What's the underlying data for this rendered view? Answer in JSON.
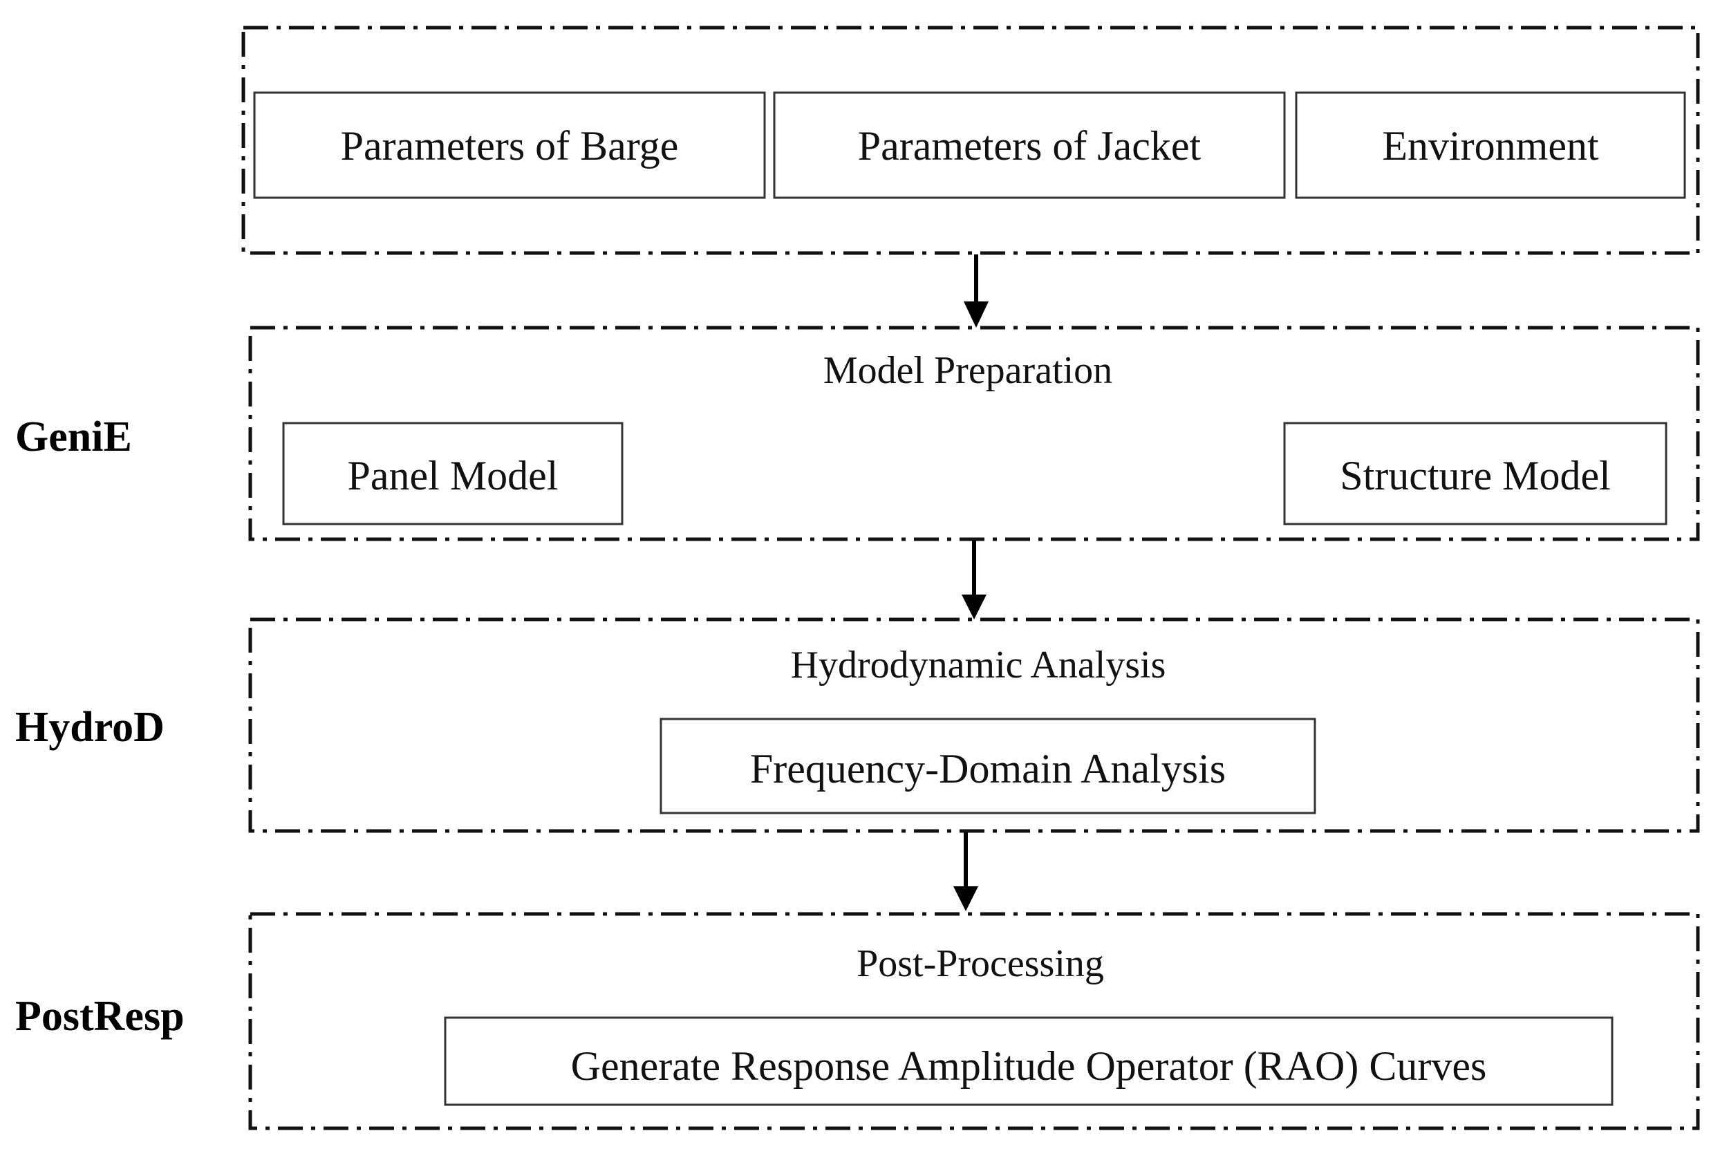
{
  "inputs": {
    "barge": "Parameters of Barge",
    "jacket": "Parameters of Jacket",
    "environment": "Environment"
  },
  "stages": {
    "genie": {
      "tool": "GeniE",
      "title": "Model Preparation",
      "panel_model": "Panel Model",
      "structure_model": "Structure Model"
    },
    "hydrod": {
      "tool": "HydroD",
      "title": "Hydrodynamic Analysis",
      "frequency_domain": "Frequency-Domain Analysis"
    },
    "postresp": {
      "tool": "PostResp",
      "title": "Post-Processing",
      "rao_curves": "Generate Response Amplitude Operator (RAO) Curves"
    }
  }
}
